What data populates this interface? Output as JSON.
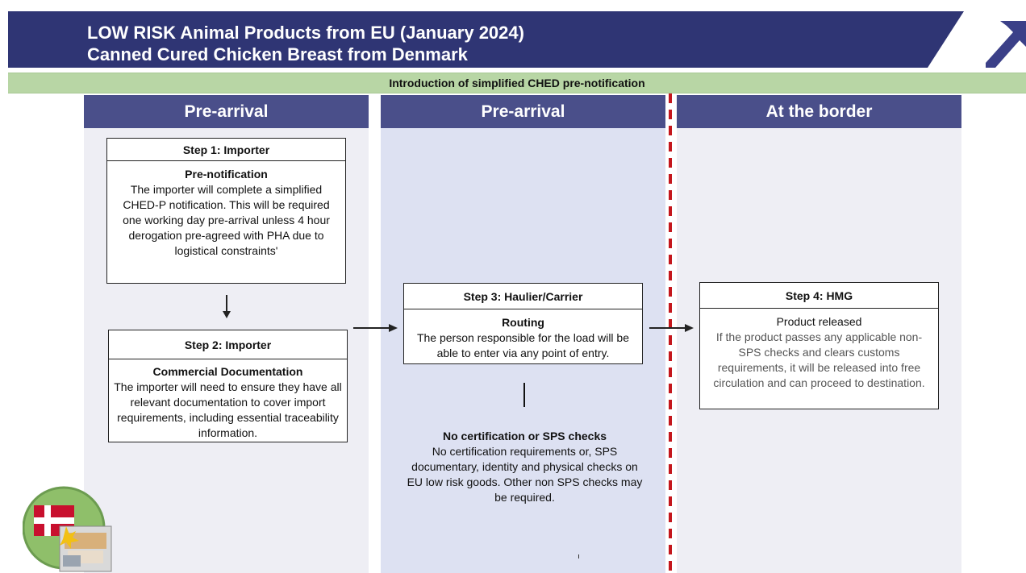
{
  "header": {
    "title_line1": "LOW RISK Animal Products from EU  (January 2024)",
    "title_line2": "Canned Cured Chicken Breast from Denmark",
    "bg_color": "#2f3574",
    "accent_color": "#3b4088"
  },
  "banner": {
    "text": "Introduction of simplified CHED pre-notification",
    "bg_color": "#b8d6a5"
  },
  "columns": [
    {
      "heading": "Pre-arrival"
    },
    {
      "heading": "Pre-arrival"
    },
    {
      "heading": "At the border"
    }
  ],
  "steps": {
    "step1": {
      "title": "Step 1: Importer",
      "subtitle": "Pre-notification",
      "text": "The importer will complete a simplified CHED-P notification. This will be required one working day pre-arrival unless 4 hour derogation pre-agreed with PHA due to logistical constraints'"
    },
    "step2": {
      "title": "Step 2: Importer",
      "subtitle": "Commercial Documentation",
      "text": "The importer will need to ensure they have all relevant documentation to cover import requirements, including essential traceability information."
    },
    "step3": {
      "title": "Step 3: Haulier/Carrier",
      "subtitle": "Routing",
      "text": "The person responsible for the load will be able to enter via any point  of entry."
    },
    "step4": {
      "title": "Step 4: HMG",
      "subtitle": "Product released",
      "text": "If the product passes any applicable non-SPS checks and clears customs requirements, it will be released into free circulation and can proceed to destination."
    }
  },
  "no_checks": {
    "title": "No certification or SPS checks",
    "text": "No certification requirements or, SPS documentary, identity and physical checks on EU low risk goods. Other non SPS checks may be required."
  },
  "border_line_color": "#c4161c",
  "icons": [
    "arrow-logo-icon",
    "denmark-flag-icon",
    "canned-chicken-icon"
  ]
}
